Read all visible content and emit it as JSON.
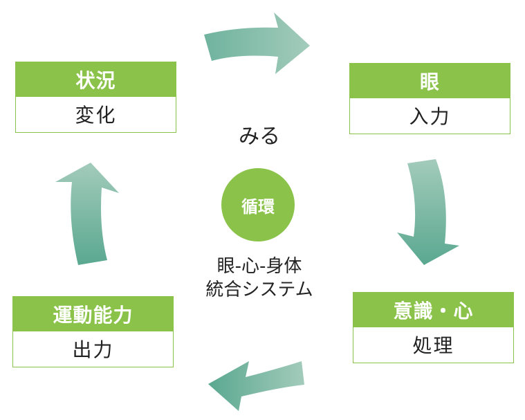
{
  "nodes": {
    "situation": {
      "title": "状況",
      "subtitle": "変化"
    },
    "eye": {
      "title": "眼",
      "subtitle": "入力"
    },
    "mind": {
      "title": "意識・心",
      "subtitle": "処理"
    },
    "motor": {
      "title": "運動能力",
      "subtitle": "出力"
    }
  },
  "center": {
    "circle_label": "循環",
    "caption_top": "みる",
    "caption_line1": "眼-心-身体",
    "caption_line2": "統合システム"
  },
  "colors": {
    "accent_green": "#8bc34a",
    "arrow_light": "#a3cbbb",
    "arrow_dark": "#5aa890"
  }
}
